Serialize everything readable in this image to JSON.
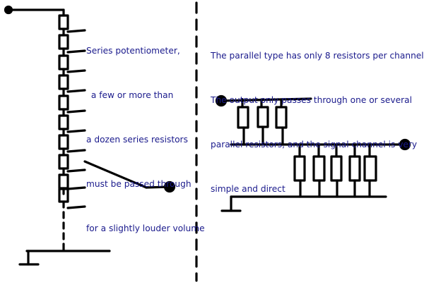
{
  "series_text": {
    "lines": [
      "Series potentiometer,",
      " a few or more than",
      "a dozen series resistors",
      "must be passed through",
      "for a slightly louder volume"
    ]
  },
  "parallel_text": {
    "lines": [
      "The parallel type has only 8 resistors per channel.",
      "The output only passes through one or several",
      "parallel resistors, and the signal channel is very",
      "simple and direct"
    ]
  },
  "colors": {
    "text": "#1a1a8c",
    "ink": "#000000"
  }
}
